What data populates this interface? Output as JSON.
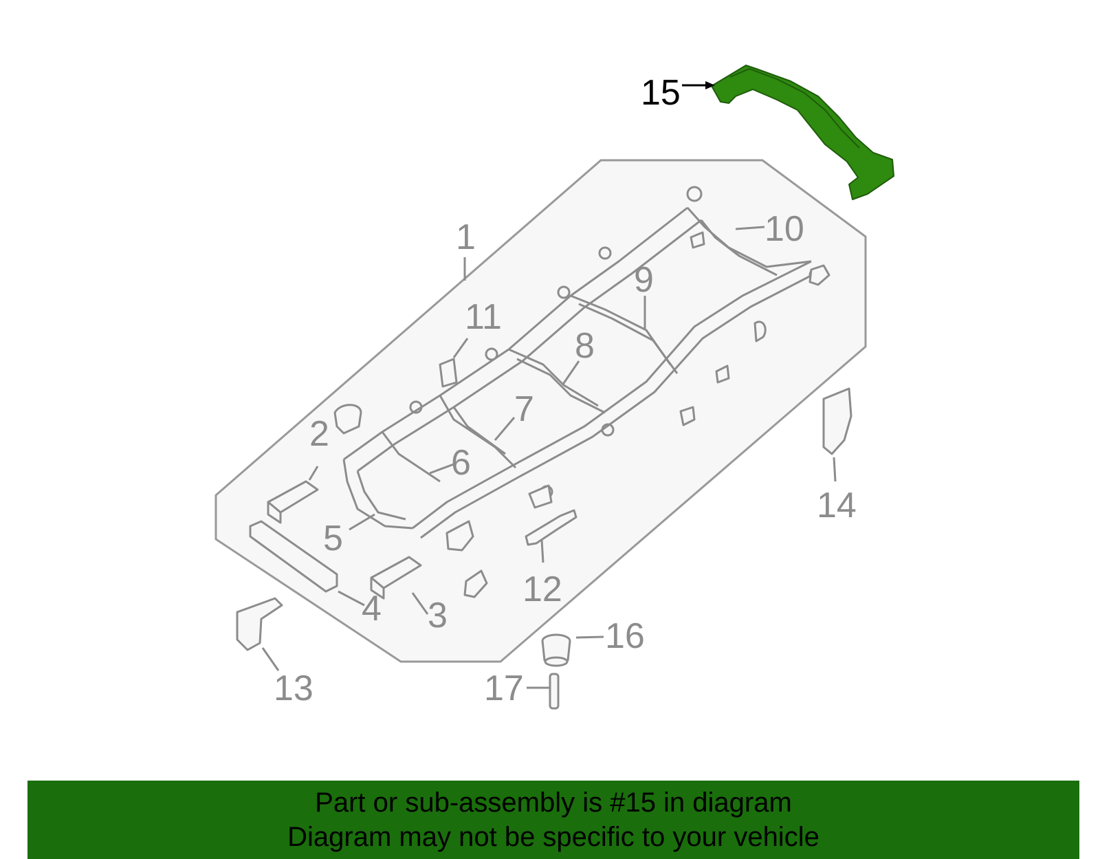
{
  "diagram": {
    "callouts": [
      "1",
      "2",
      "3",
      "4",
      "5",
      "6",
      "7",
      "8",
      "9",
      "10",
      "11",
      "12",
      "13",
      "14",
      "15",
      "16",
      "17"
    ],
    "highlighted_part": "15",
    "highlight_color": "#2f8a10",
    "assembly_outline_color": "#999999",
    "assembly_fill_color": "#f7f7f7"
  },
  "banner": {
    "line1": "Part or sub-assembly is #15 in diagram",
    "line2": "Diagram may not be specific to your vehicle",
    "background_color": "#1a6e0c"
  }
}
